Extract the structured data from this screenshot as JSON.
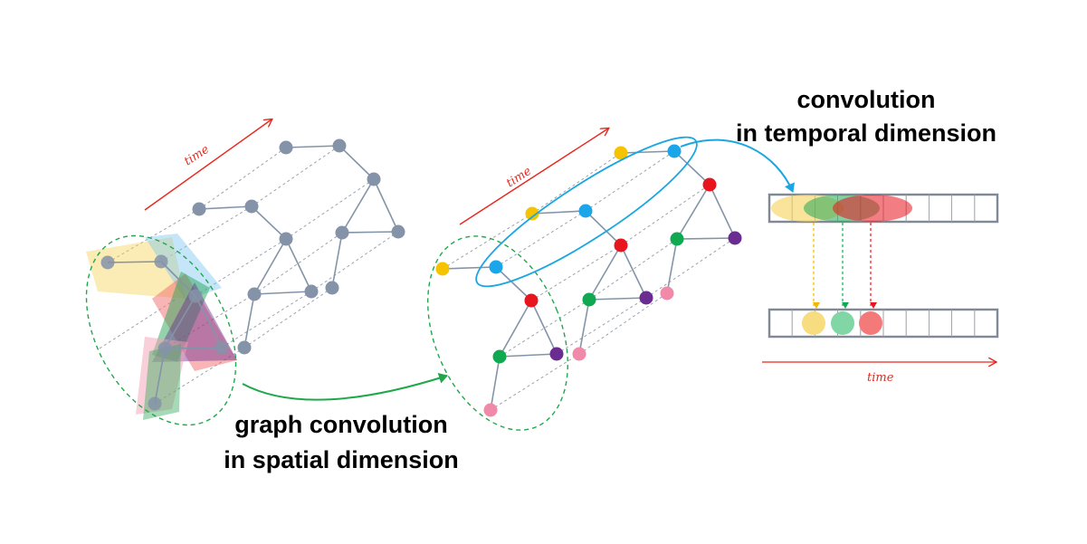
{
  "labels": {
    "time_left": "time",
    "time_middle": "time",
    "time_right": "time",
    "spatial_line1": "graph convolution",
    "spatial_line2": "in spatial dimension",
    "temporal_line1": "convolution",
    "temporal_line2": "in temporal dimension"
  },
  "colors": {
    "graph_node": "#8593a8",
    "edge": "#8494a8",
    "time_arrow": "#e8281e",
    "spatial_highlight": "#1fa84a",
    "temporal_highlight": "#1aa6e0",
    "yellow_node": "#f5c300",
    "blue_node": "#1aa6e8",
    "red_node": "#e8141e",
    "green_node": "#10a850",
    "purple_node": "#6a2c91",
    "pink_node": "#f08aa8"
  },
  "temporal_bar": {
    "top_cells": 10,
    "bottom_cells": 10,
    "output_colors": [
      "#f8dc80",
      "#80d6a4",
      "#f47a7a"
    ]
  }
}
